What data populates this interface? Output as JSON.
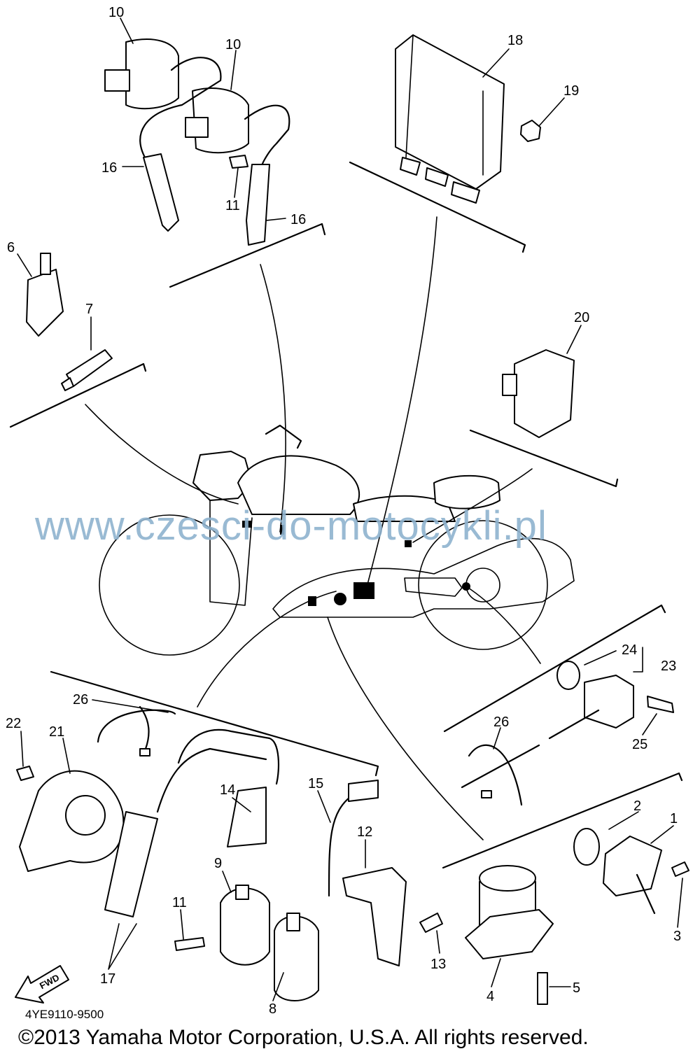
{
  "diagram": {
    "callouts": {
      "c1": "1",
      "c2": "2",
      "c3": "3",
      "c4": "4",
      "c5": "5",
      "c6": "6",
      "c7": "7",
      "c8": "8",
      "c9": "9",
      "c10a": "10",
      "c10b": "10",
      "c11a": "11",
      "c11b": "11",
      "c12": "12",
      "c13": "13",
      "c14": "14",
      "c15": "15",
      "c16a": "16",
      "c16b": "16",
      "c17": "17",
      "c18": "18",
      "c19": "19",
      "c20": "20",
      "c21": "21",
      "c22": "22",
      "c23": "23",
      "c24": "24",
      "c25": "25",
      "c26a": "26",
      "c26b": "26"
    },
    "fwd_label": "FWD"
  },
  "watermark": "www.czesci-do-motocykli.pl",
  "diagram_code": "4YE9110-9500",
  "copyright": "©2013 Yamaha Motor Corporation, U.S.A. All rights reserved."
}
